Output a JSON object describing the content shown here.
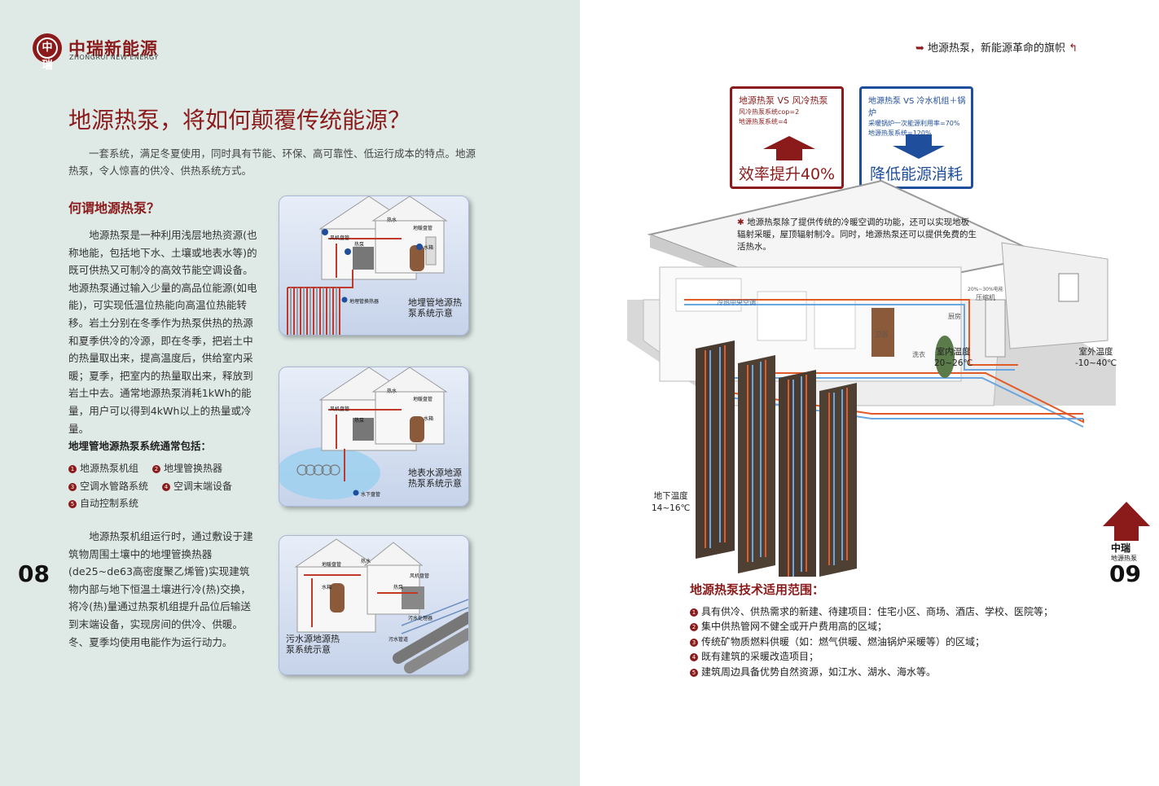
{
  "brand": {
    "mark": "中瑞",
    "name_cn": "中瑞新能源",
    "name_en": "ZHONGRUI NEW ENERGY"
  },
  "left": {
    "title": "地源热泵，将如何颠覆传统能源？",
    "intro": "一套系统，满足冬夏使用，同时具有节能、环保、高可靠性、低运行成本的特点。地源热泵，令人惊喜的供冷、供热系统方式。",
    "section_title": "何谓地源热泵？",
    "para1": "地源热泵是一种利用浅层地热资源(也称地能，包括地下水、土壤或地表水等)的既可供热又可制冷的高效节能空调设备。地源热泵通过输入少量的高品位能源(如电能)，可实现低温位热能向高温位热能转移。岩土分别在冬季作为热泵供热的热源和夏季供冷的冷源，即在冬季，把岩土中的热量取出来，提高温度后，供给室内采暖；夏季，把室内的热量取出来，释放到岩土中去。通常地源热泵消耗1kWh的能量，用户可以得到4kWh以上的热量或冷量。",
    "components_title": "地埋管地源热泵系统通常包括：",
    "components": [
      {
        "num": "1",
        "label": "地源热泵机组"
      },
      {
        "num": "2",
        "label": "地埋管换热器"
      },
      {
        "num": "3",
        "label": "空调水管路系统"
      },
      {
        "num": "4",
        "label": "空调末端设备"
      },
      {
        "num": "5",
        "label": "自动控制系统"
      }
    ],
    "para2": "地源热泵机组运行时，通过敷设于建筑物周围土壤中的地埋管换热器(de25~de63高密度聚乙烯管)实现建筑物内部与地下恒温土壤进行冷(热)交换，将冷(热)量通过热泵机组提升品位后输送到末端设备，实现房间的供冷、供暖。冬、夏季均使用电能作为运行动力。",
    "page_number": "08",
    "diagrams": [
      {
        "caption": "地埋管地源热泵系统示意",
        "labels": [
          "热水",
          "地暖盘管",
          "风机盘管",
          "热泵",
          "水箱",
          "地埋管换热器"
        ]
      },
      {
        "caption": "地表水源地源热泵系统示意",
        "labels": [
          "热水",
          "地暖盘管",
          "风机盘管",
          "热泵",
          "水箱",
          "水下盘管"
        ]
      },
      {
        "caption": "污水源地源热泵系统示意",
        "labels": [
          "热水",
          "地暖盘管",
          "风机盘管",
          "水箱",
          "热泵",
          "污水处理器",
          "污水管道"
        ]
      }
    ]
  },
  "right": {
    "header": "地源热泵，新能源革命的旗帜",
    "box1": {
      "title": "地源热泵 VS 风冷热泵",
      "lines": [
        "风冷热泵系统cop=2",
        "地源热泵系统=4"
      ],
      "big": "效率提升40%",
      "color": "#8b1a1a"
    },
    "box2": {
      "title": "地源热泵 VS 冷水机组＋锅炉",
      "lines": [
        "采暖锅炉一次能源利用率=70%",
        "地源热泵系统=120%"
      ],
      "big": "降低能源消耗",
      "color": "#1f4e9c"
    },
    "note": "地源热泵除了提供传统的冷暖空调的功能，还可以实现地板辐射采暖，屋顶辐射制冷。同时，地源热泵还可以提供免费的生活热水。",
    "indoor_label": "室内温度",
    "indoor_value": "20~26℃",
    "outdoor_label": "室外温度",
    "outdoor_value": "-10~40℃",
    "underground_label": "地下温度",
    "underground_value": "14~16℃",
    "house_labels": [
      "冷热中央空调",
      "卫浴",
      "洗衣",
      "厨房",
      "20%~30%电能",
      "压缩机"
    ],
    "scope_title": "地源热泵技术适用范围：",
    "scope": [
      {
        "num": "1",
        "text": "具有供冷、供热需求的新建、待建项目：住宅小区、商场、酒店、学校、医院等；"
      },
      {
        "num": "2",
        "text": "集中供热管网不健全或开户费用高的区域；"
      },
      {
        "num": "3",
        "text": "传统矿物质燃料供暖（如：燃气供暖、燃油锅炉采暖等）的区域；"
      },
      {
        "num": "4",
        "text": "既有建筑的采暖改造项目；"
      },
      {
        "num": "5",
        "text": "建筑周边具备优势自然资源，如江水、湖水、海水等。"
      }
    ],
    "badge_brand": "中瑞",
    "badge_sub": "地源热泵",
    "page_number": "09"
  },
  "colors": {
    "brand_red": "#8b1a1a",
    "blue": "#1f4e9c",
    "left_bg": "#dfeae7"
  }
}
